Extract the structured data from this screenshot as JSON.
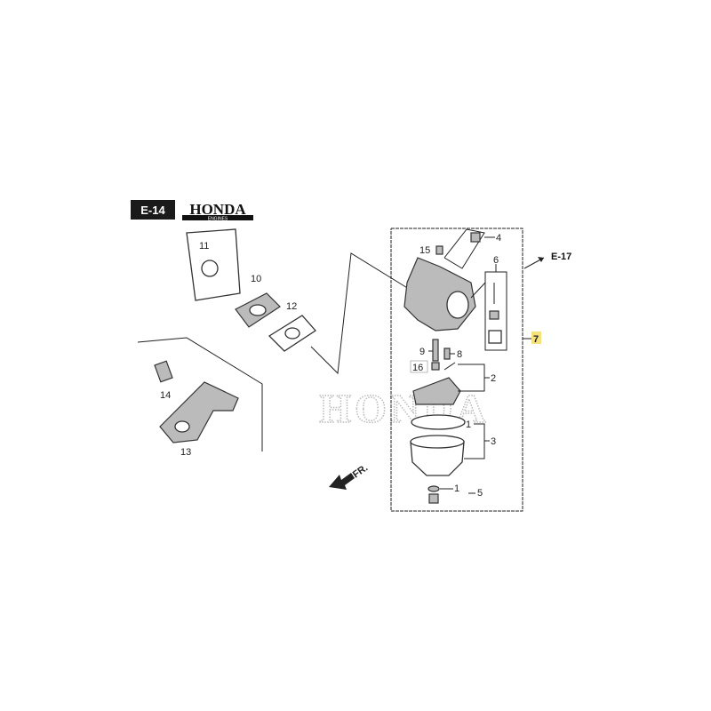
{
  "header": {
    "section_code": "E-14",
    "brand_logo": "HONDA",
    "brand_sub": "ENGINES"
  },
  "watermark": "HONDA",
  "reference": {
    "next_section": "E-17",
    "direction": "FR."
  },
  "callouts": {
    "c11": "11",
    "c10": "10",
    "c12": "12",
    "c14": "14",
    "c13": "13",
    "c15": "15",
    "c4": "4",
    "c6": "6",
    "c7": "7",
    "c9": "9",
    "c8": "8",
    "c16": "16",
    "c2": "2",
    "c1a": "1",
    "c3": "3",
    "c1b": "1",
    "c5": "5"
  },
  "colors": {
    "highlight": "#f5e27a",
    "section_badge": "#1a1a1a"
  }
}
